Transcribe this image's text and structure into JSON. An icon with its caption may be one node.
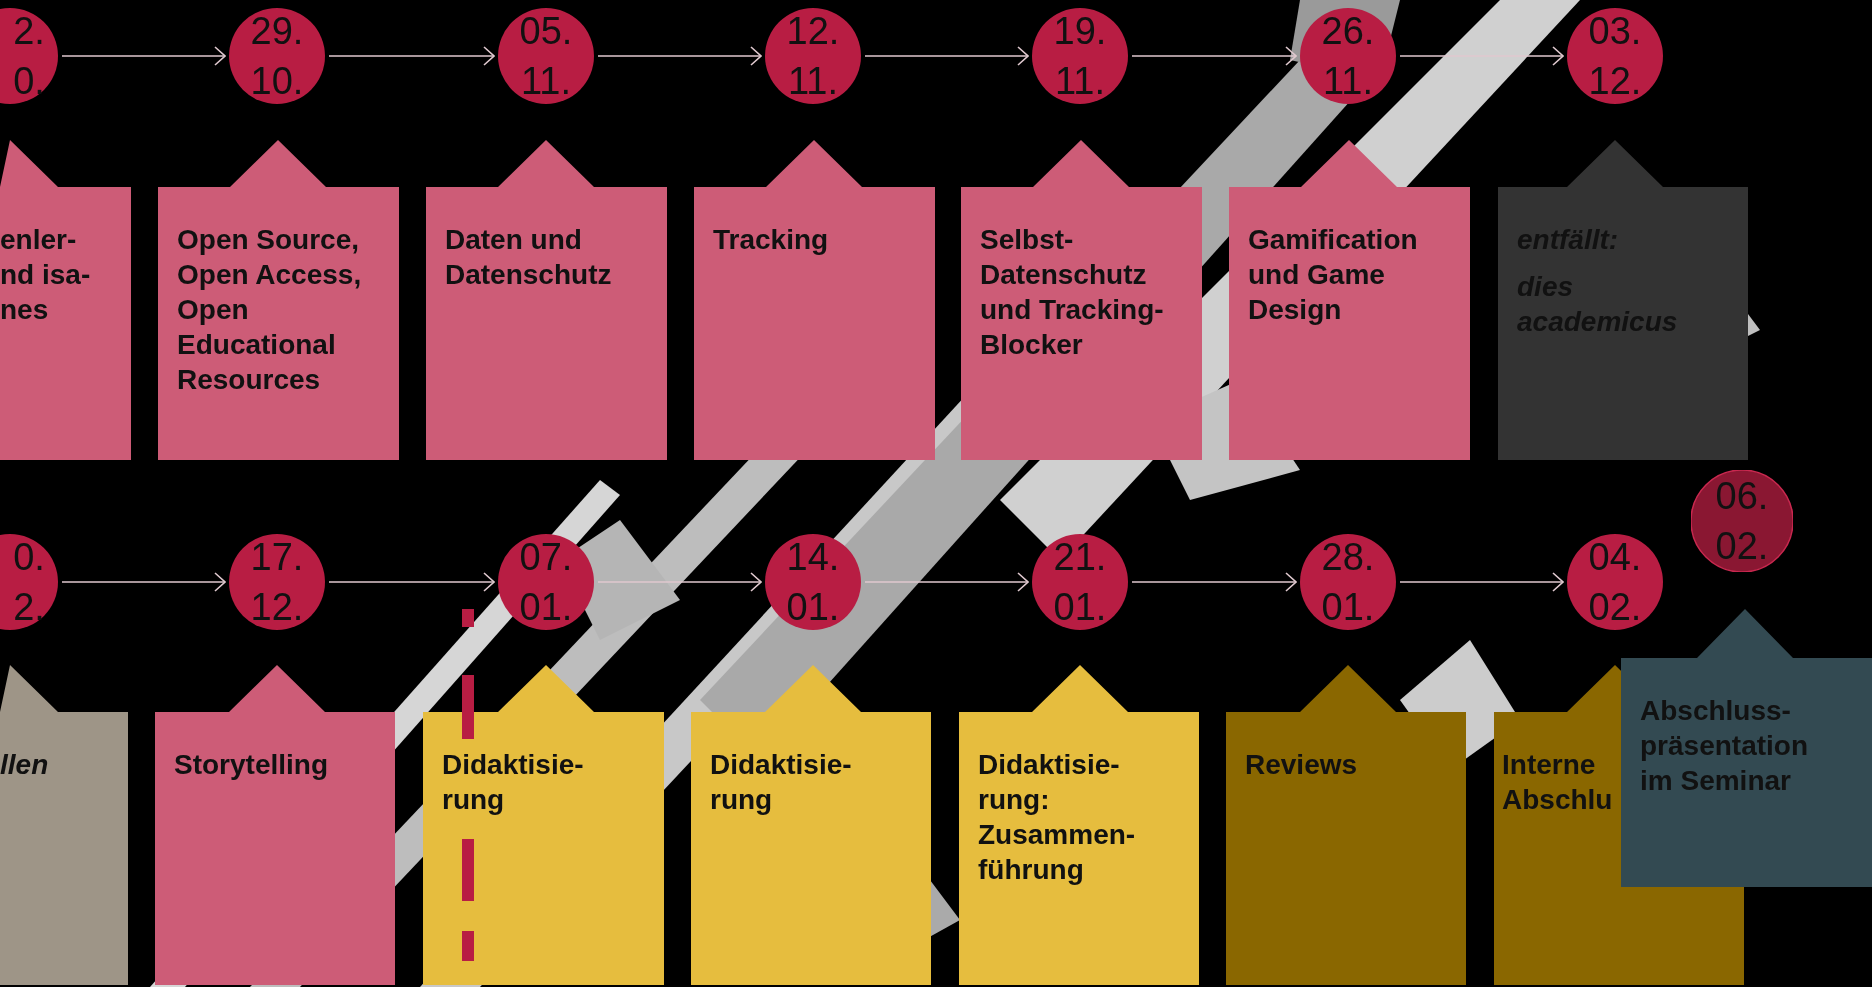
{
  "diagram": {
    "nodes": [
      {
        "text": [
          "2. 0."
        ]
      },
      {
        "text": [
          "29. 10."
        ]
      },
      {
        "text": [
          "05. 11."
        ]
      },
      {
        "text": [
          "12. 11."
        ]
      },
      {
        "text": [
          "19. 11."
        ]
      },
      {
        "text": [
          "26. 11."
        ]
      },
      {
        "text": [
          "03. 12."
        ]
      },
      {
        "text": [
          "enler- nd isa- nes"
        ]
      },
      {
        "text": [
          "Open Source, Open Access, Open Educational Resources"
        ]
      },
      {
        "text": [
          "Daten und Datenschutz"
        ]
      },
      {
        "text": [
          "Tracking"
        ]
      },
      {
        "text": [
          "Selbst- Datenschutz und Tracking- Blocker"
        ]
      },
      {
        "text": [
          "Gamification und Game Design"
        ]
      },
      {
        "text": [
          "entfällt:",
          "dies academicus"
        ]
      },
      {
        "text": [
          "0. 2."
        ]
      },
      {
        "text": [
          "17. 12."
        ]
      },
      {
        "text": [
          "07. 01."
        ]
      },
      {
        "text": [
          "14. 01."
        ]
      },
      {
        "text": [
          "21. 01."
        ]
      },
      {
        "text": [
          "28. 01."
        ]
      },
      {
        "text": [
          "04. 02."
        ]
      },
      {
        "text": [
          "06. 02."
        ]
      },
      {
        "text": [
          "llen"
        ]
      },
      {
        "text": [
          "Storytelling"
        ]
      },
      {
        "text": [
          "Didaktisie- rung"
        ]
      },
      {
        "text": [
          "Didaktisie- rung"
        ]
      },
      {
        "text": [
          "Didaktisie- rung: Zusammen- führung"
        ]
      },
      {
        "text": [
          "Reviews"
        ]
      },
      {
        "text": [
          "Interne Abschlu"
        ]
      },
      {
        "text": [
          "Abschluss- präsentation im Seminar"
        ]
      }
    ],
    "edges": [
      {
        "from": 0,
        "to": 1,
        "arrow": "to"
      },
      {
        "from": 1,
        "to": 2,
        "arrow": "to"
      },
      {
        "from": 2,
        "to": 3,
        "arrow": "to"
      },
      {
        "from": 3,
        "to": 4,
        "arrow": "to"
      },
      {
        "from": 4,
        "to": 5,
        "arrow": "to"
      },
      {
        "from": 5,
        "to": 6,
        "arrow": "to"
      },
      {
        "from": 14,
        "to": 15,
        "arrow": "to"
      },
      {
        "from": 15,
        "to": 16,
        "arrow": "to"
      },
      {
        "from": 16,
        "to": 17,
        "arrow": "to"
      },
      {
        "from": 17,
        "to": 18,
        "arrow": "to"
      },
      {
        "from": 18,
        "to": 19,
        "arrow": "to"
      },
      {
        "from": 19,
        "to": 20,
        "arrow": "to"
      }
    ]
  }
}
